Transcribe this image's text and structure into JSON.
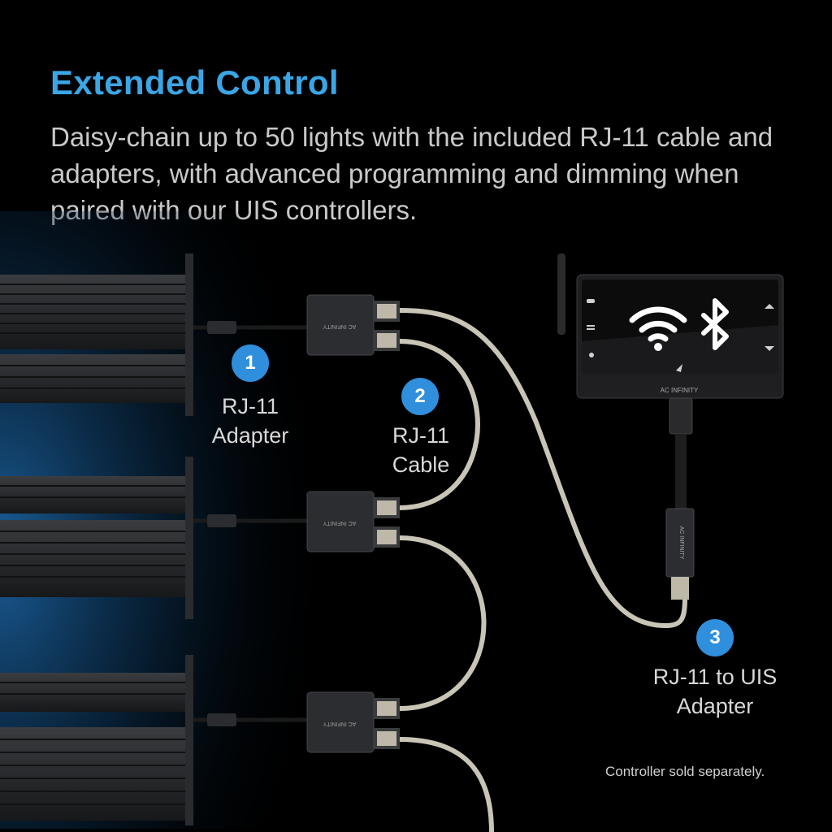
{
  "header": {
    "title": "Extended Control",
    "subtitle": "Daisy-chain up to 50 lights with the included RJ-11 cable and adapters, with advanced programming and dimming when paired with our UIS controllers."
  },
  "callouts": [
    {
      "number": "1",
      "line1": "RJ-11",
      "line2": "Adapter"
    },
    {
      "number": "2",
      "line1": "RJ-11",
      "line2": "Cable"
    },
    {
      "number": "3",
      "line1": "RJ-11 to UIS",
      "line2": "Adapter"
    }
  ],
  "device": {
    "adapter_brand": "AC INFINITY",
    "controller_brand": "AC INFINITY",
    "controller_icons": [
      "wifi-icon",
      "bluetooth-icon"
    ]
  },
  "footnote": "Controller sold separately.",
  "colors": {
    "accent": "#3ba6e6",
    "badge": "#2f8fdc",
    "glow": "#1f6fb5",
    "cable": "#c9c5b6"
  }
}
